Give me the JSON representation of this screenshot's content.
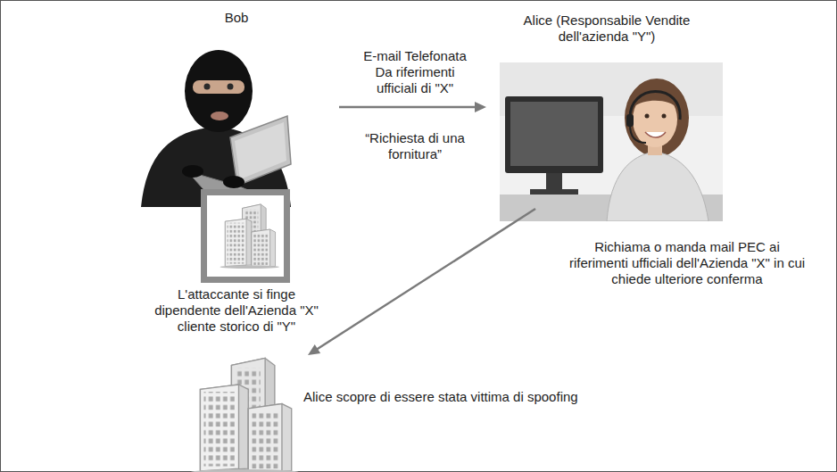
{
  "diagram": {
    "nodes": [
      {
        "text": [
          "Bob",
          "L'attaccante si finge dipendente dell'Azienda \"X\" cliente storico di \"Y\""
        ]
      },
      {
        "text": [
          "Alice (Responsabile Vendite dell'azienda \"Y\")"
        ]
      },
      {
        "text": [
          "Alice scopre di essere stata vittima di spoofing"
        ]
      }
    ],
    "edges": [
      {
        "from": 0,
        "to": 1,
        "arrow": "to",
        "label": "E-mail Telefonata Da riferimenti ufficiali di \"X\""
      },
      {
        "from": 1,
        "to": 2,
        "arrow": "to",
        "label": "Richiama o manda mail PEC ai riferimenti ufficiali dell'Azienda \"X\" in cui chiede ulteriore conferma"
      }
    ],
    "labels": [
      "“Richiesta di una fornitura”"
    ]
  }
}
